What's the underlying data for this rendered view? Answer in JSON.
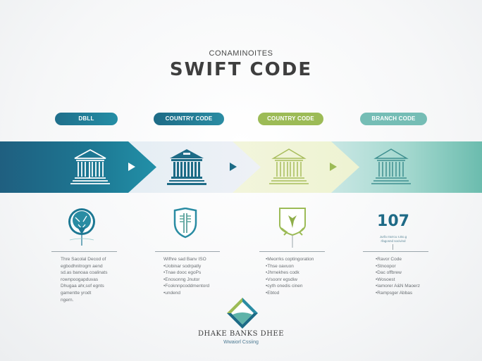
{
  "header": {
    "subtitle": "CONAMINOITES",
    "title": "SWIFT CODE"
  },
  "steps": [
    {
      "label": "DBLL",
      "color": "#1f6f8b"
    },
    {
      "label": "COUNTRY CODE",
      "color": "#1d6b86"
    },
    {
      "label": "COUNTRY CODE",
      "color": "#9cbb56"
    },
    {
      "label": "BRANCH CODE",
      "color": "#75bdb5"
    }
  ],
  "band": {
    "icons": [
      "bank-icon",
      "bank-icon",
      "bank-icon",
      "bank-icon"
    ],
    "arrows": [
      "play-arrow-icon",
      "play-arrow-icon",
      "play-arrow-icon"
    ]
  },
  "columns": [
    {
      "icon": "tree-globe-icon",
      "text": [
        "Thre Sacolal Decod of",
        "egbodhnitrogm aend",
        "sd.as banoaa coalinats",
        "rownpoogapduvas",
        "Dhugaa ahr,sof egnts",
        "gamentte yrodt",
        "ngern."
      ]
    },
    {
      "icon": "shield-icon",
      "text": [
        "Wifhre sad Banv ISO",
        "•Uobinar sodrpatly",
        "•Tnae dooc egoPs",
        "•Enosonng Jnutor",
        "•Fcoknnpcoddmentord",
        "•undend"
      ]
    },
    {
      "icon": "crest-icon",
      "text": [
        "•Meorrks coptingoration",
        "•Thse oavuon",
        "•Jhrnekhes codk",
        "•Vsoonr egsdiw",
        "•cyth onedis cinen",
        "•Ebtod"
      ]
    },
    {
      "number": "107",
      "caption": [
        "Jurfa rrarrcu s.Bo.g",
        "rfagosnd socivind"
      ],
      "text": [
        "•Ravor Code",
        "•Stnoopor",
        "•Dac offbrew",
        "•Wosoest",
        "•Iamorer A&N Maoerz",
        "•Rampsger Abbas"
      ]
    }
  ],
  "footer": {
    "brand": "DHAKE BANKS DHEE",
    "tagline": "Wwaiorl Cssiing",
    "logo_colors": [
      "#9cbb56",
      "#2a8ca3",
      "#1d6b86"
    ]
  },
  "colors": {
    "primary": "#1f6f8b",
    "green": "#9cbb56",
    "teal": "#75bdb5",
    "title": "#3e3e3e"
  }
}
